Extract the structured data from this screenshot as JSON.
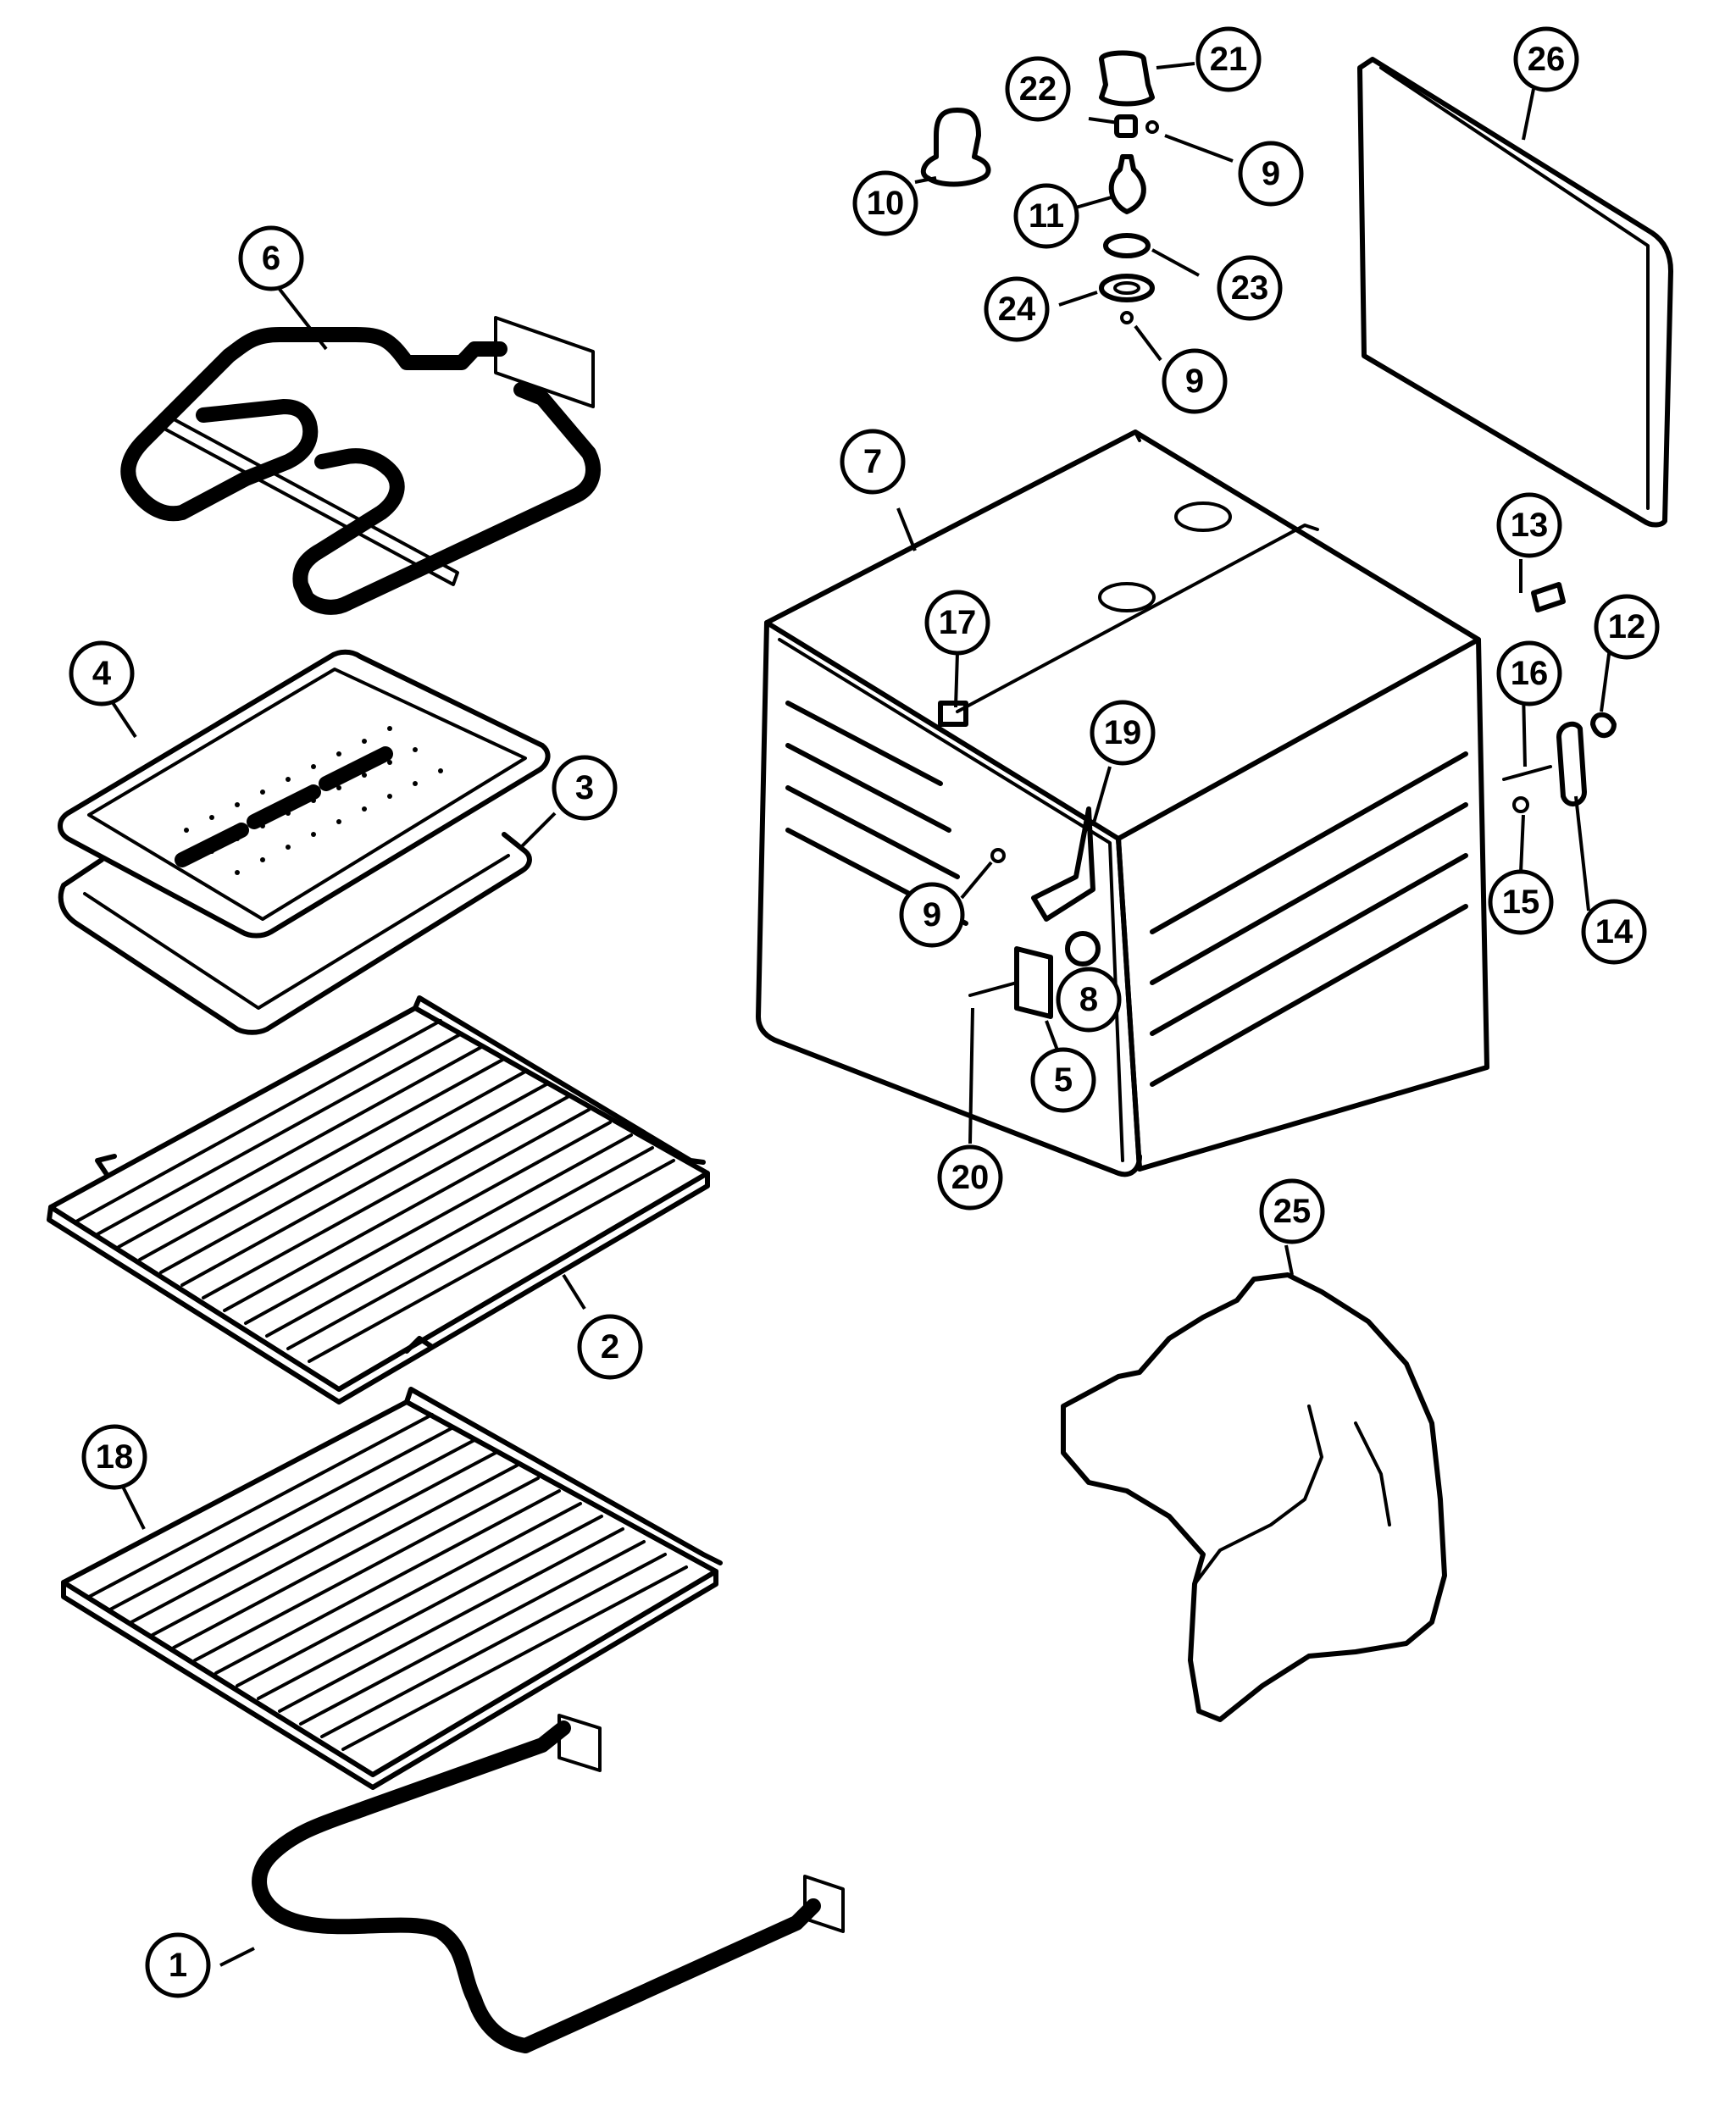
{
  "diagram": {
    "parts": [
      {
        "id": "heating-element-bake",
        "callout": "1"
      },
      {
        "id": "oven-rack",
        "callout": "2"
      },
      {
        "id": "broiler-pan",
        "callout": "3"
      },
      {
        "id": "broiler-pan-insert",
        "callout": "4"
      },
      {
        "id": "hinge-receptacle",
        "callout": "5"
      },
      {
        "id": "heating-element-broil",
        "callout": "6"
      },
      {
        "id": "oven-cavity",
        "callout": "7"
      },
      {
        "id": "cavity-plug",
        "callout": "8"
      },
      {
        "id": "screw-lamp-bracket",
        "callout": "9"
      },
      {
        "id": "screw-lamp-lens",
        "callout": "9"
      },
      {
        "id": "screw-cavity",
        "callout": "9"
      },
      {
        "id": "lamp-socket",
        "callout": "10"
      },
      {
        "id": "light-bulb",
        "callout": "11"
      },
      {
        "id": "bumper",
        "callout": "12"
      },
      {
        "id": "spacer",
        "callout": "13"
      },
      {
        "id": "side-bracket",
        "callout": "14"
      },
      {
        "id": "screw-small",
        "callout": "15"
      },
      {
        "id": "screw-long",
        "callout": "16"
      },
      {
        "id": "clip",
        "callout": "17"
      },
      {
        "id": "oven-rack-lower",
        "callout": "18"
      },
      {
        "id": "bracket",
        "callout": "19"
      },
      {
        "id": "screw-hinge",
        "callout": "20"
      },
      {
        "id": "lamp-cover",
        "callout": "21"
      },
      {
        "id": "lamp-receptacle",
        "callout": "22"
      },
      {
        "id": "gasket",
        "callout": "23"
      },
      {
        "id": "lamp-ring",
        "callout": "24"
      },
      {
        "id": "insulation-blanket",
        "callout": "25"
      },
      {
        "id": "insulation-top",
        "callout": "26"
      }
    ]
  }
}
